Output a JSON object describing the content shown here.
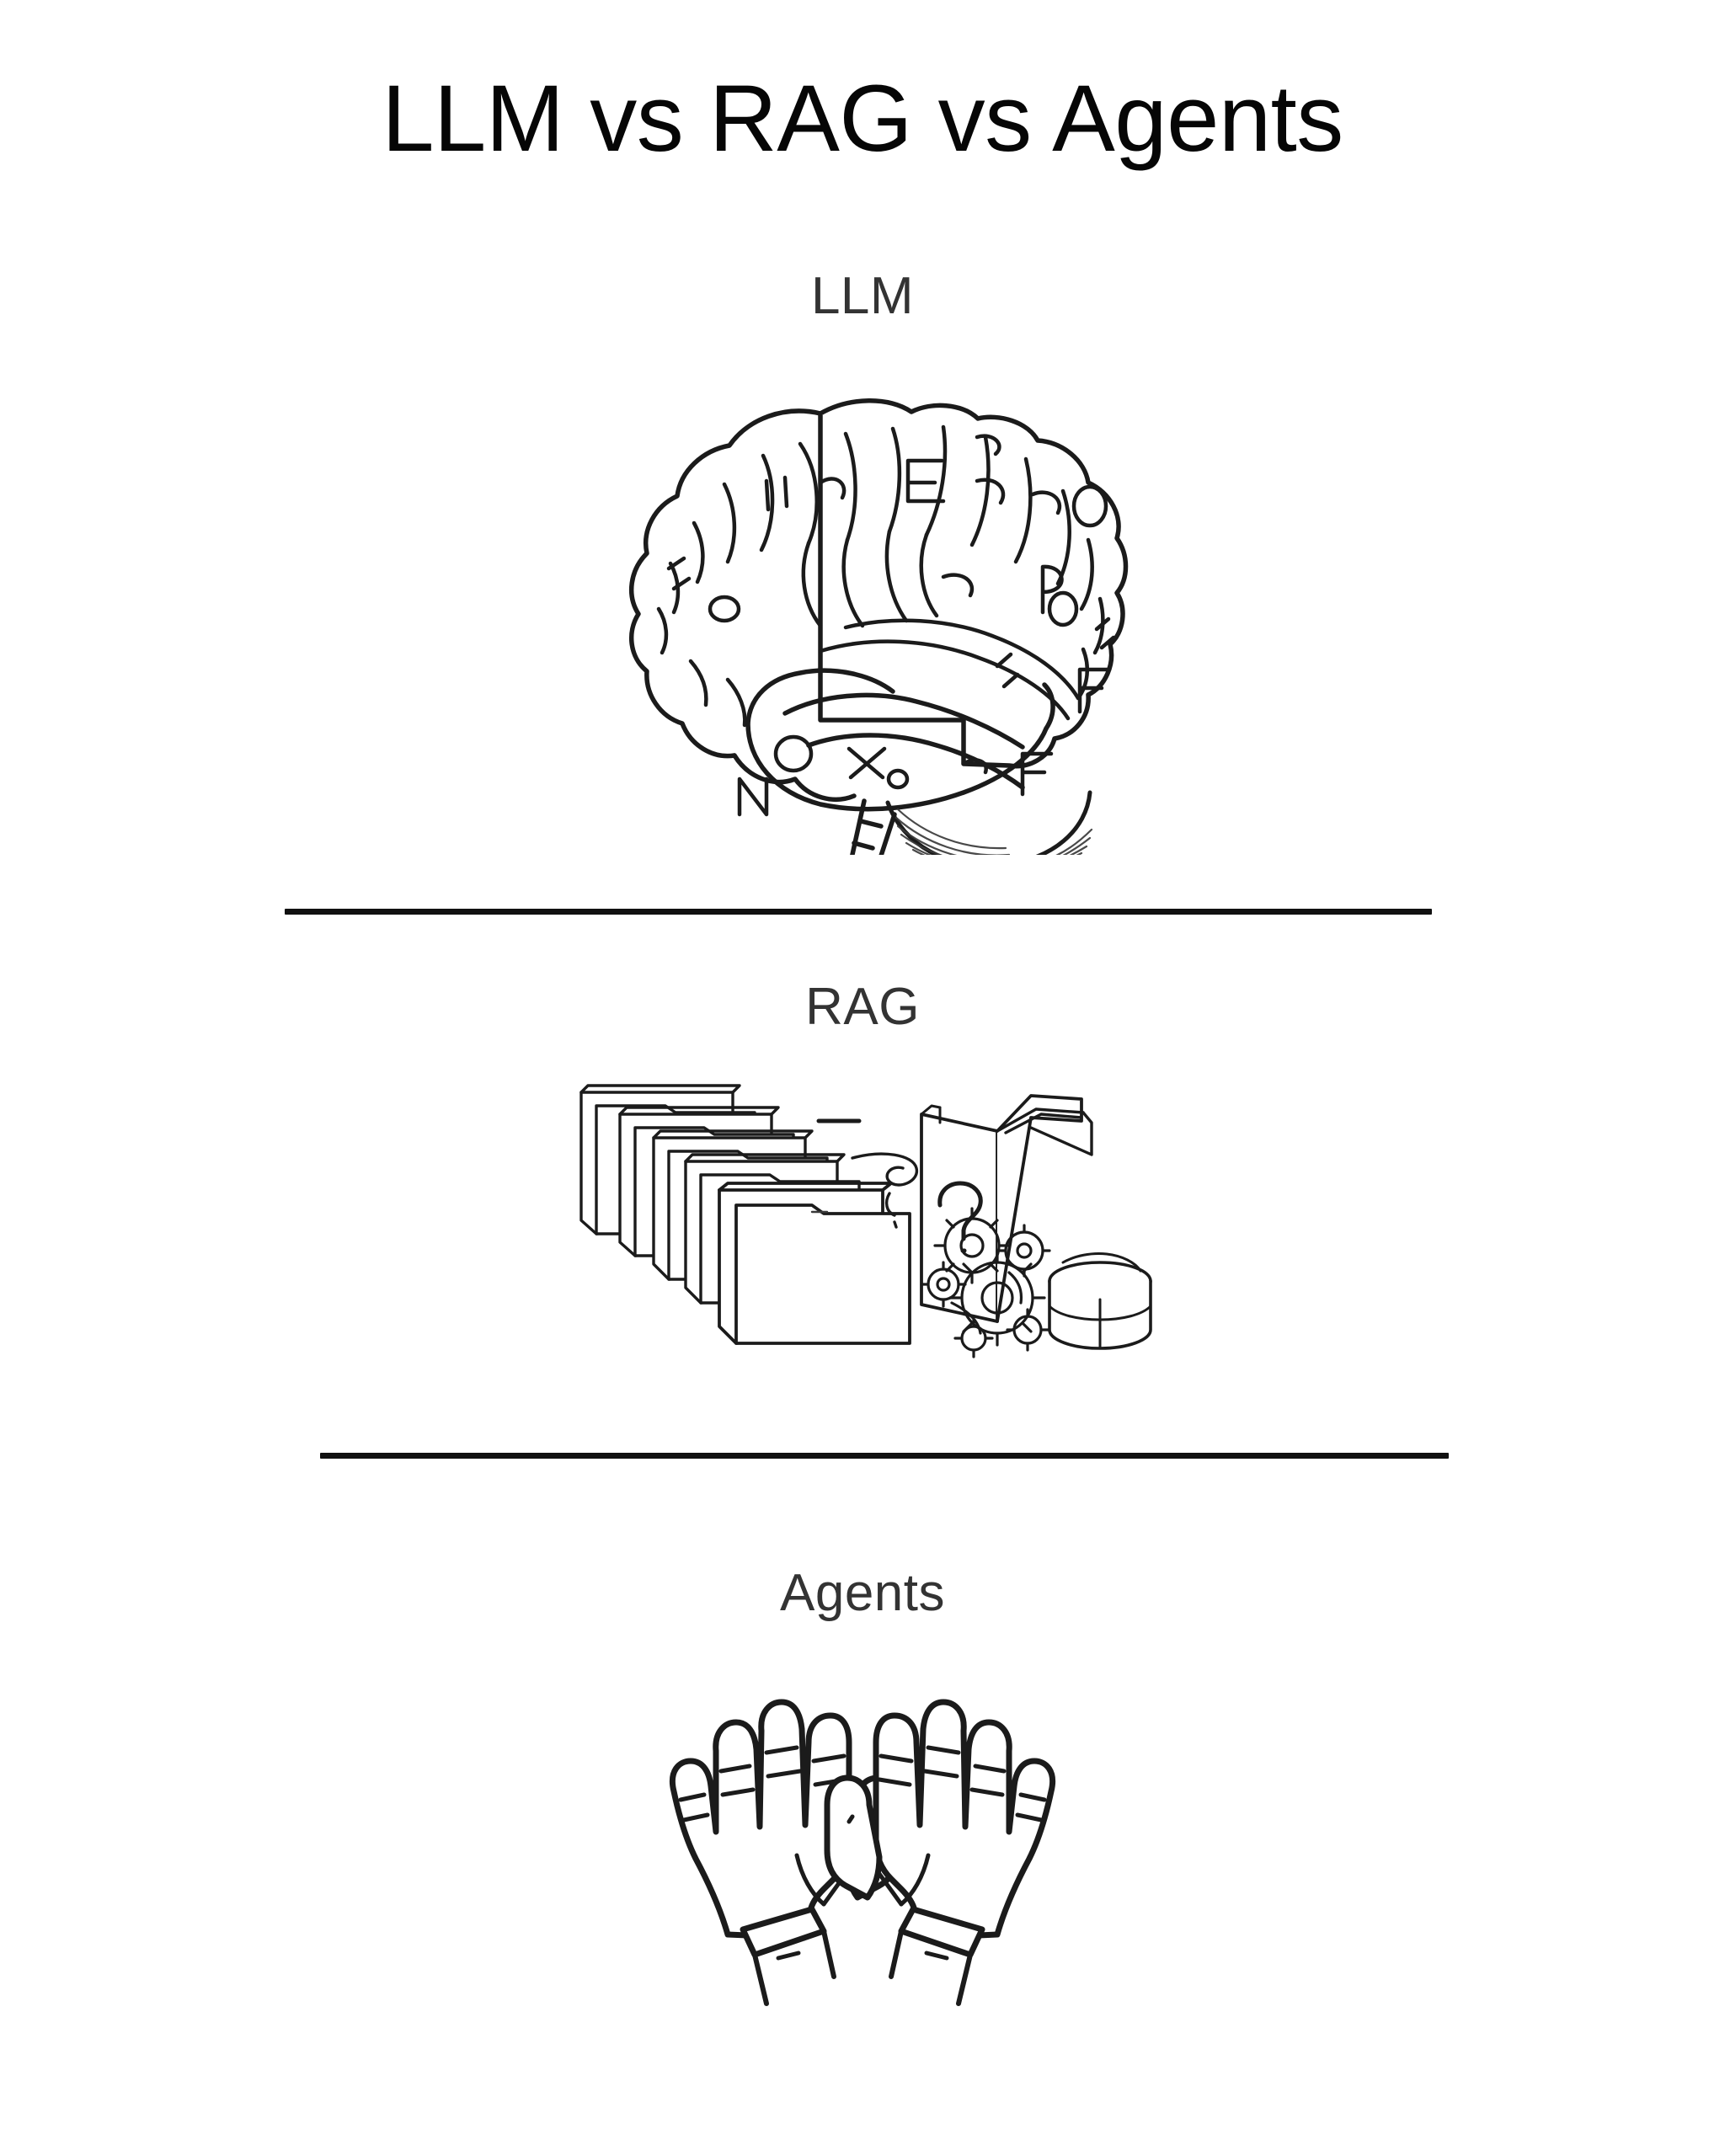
{
  "page": {
    "title": "LLM vs RAG vs Agents",
    "background_color": "#ffffff",
    "ink_color": "#1b1b1b",
    "label_color": "#333333",
    "title_color": "#060606"
  },
  "sections": [
    {
      "label": "LLM",
      "illustration": "brain-line-drawing",
      "illustration_description": "Hand-drawn black outline of a human brain in side profile facing right, with folded cortical gyri, a hatched cerebellum and a brainstem extending down"
    },
    {
      "label": "RAG",
      "illustration": "documents-book-gears-database-line-drawing",
      "illustration_description": "Line drawing of a cascading stack of file folders on the left, an open standing book, a question mark, a cluster of tangled gears, and a cylindrical database drum on the right"
    },
    {
      "label": "Agents",
      "illustration": "two-open-hands-line-drawing",
      "illustration_description": "Line drawing of two open hands, palms facing forward with spread fingers and shirt cuffs at the wrists"
    }
  ],
  "dividers": [
    {
      "name": "divider-after-llm"
    },
    {
      "name": "divider-after-rag"
    }
  ]
}
